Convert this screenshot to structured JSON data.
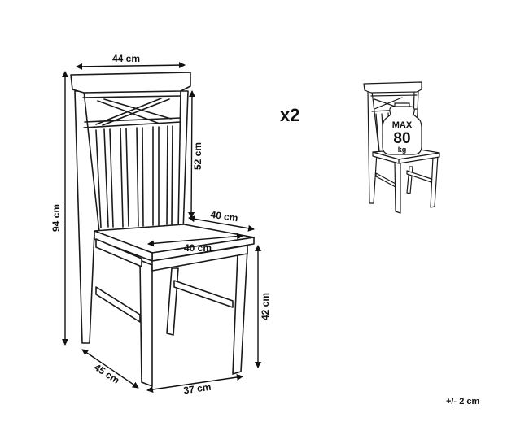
{
  "dimensions": {
    "top_width": "44 cm",
    "total_height": "94 cm",
    "backrest_height": "52 cm",
    "seat_depth_top": "40 cm",
    "seat_width": "40 cm",
    "seat_height": "42 cm",
    "base_depth": "45 cm",
    "base_width": "37 cm"
  },
  "quantity": "x2",
  "weight_badge": {
    "line1": "MAX",
    "line2": "80",
    "line3": "kg"
  },
  "tolerance": "+/- 2 cm"
}
